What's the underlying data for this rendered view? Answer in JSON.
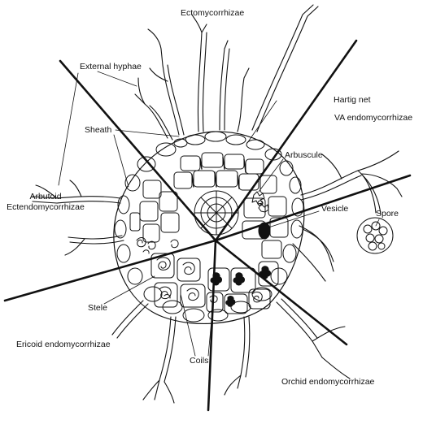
{
  "labels": {
    "ectomycorrhizae": "Ectomycorrhizae",
    "external_hyphae": "External hyphae",
    "hartig_net": "Hartig net",
    "va_endomycorrhizae": "VA endomycorrhizae",
    "sheath": "Sheath",
    "arbuscule": "Arbuscule",
    "arbutoid_line1": "Arbutoid",
    "arbutoid_line2": "Ectendomycorrhizae",
    "vesicle": "Vesicle",
    "spore": "Spore",
    "stele": "Stele",
    "ericoid": "Ericoid endomycorrhizae",
    "coils": "Coils",
    "orchid": "Orchid endomycorrhizae"
  },
  "colors": {
    "ink": "#111111",
    "background": "#ffffff"
  }
}
